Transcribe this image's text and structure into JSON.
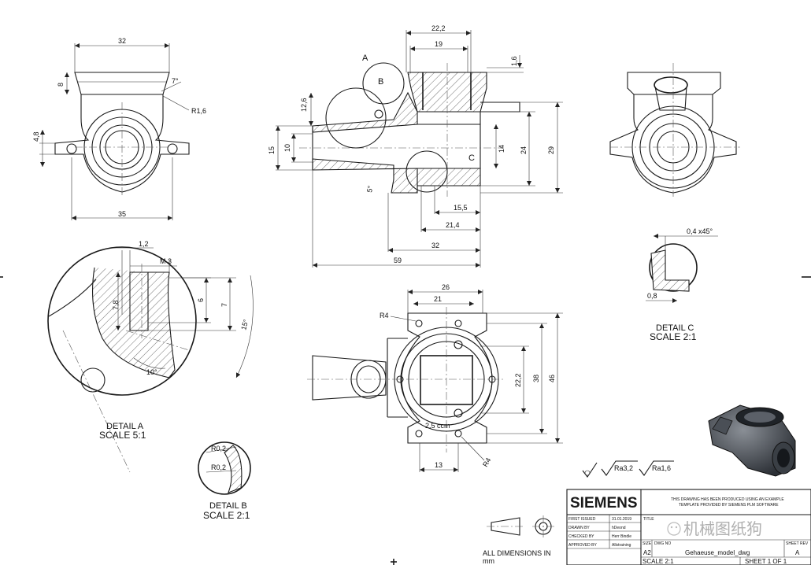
{
  "dimensions": {
    "left_top_width": "32",
    "left_height": "8",
    "left_angle": "7°",
    "left_radius": "R1,6",
    "left_lug": "4,8",
    "left_bottom_width": "35",
    "top_22_2": "22,2",
    "top_19": "19",
    "top_1_6": "1,6",
    "side_12_6": "12,6",
    "side_15": "15",
    "side_10": "10",
    "side_14": "14",
    "side_24": "24",
    "side_29": "29",
    "side_5deg": "5°",
    "bot_15_5": "15,5",
    "bot_21_4": "21,4",
    "bot_32": "32",
    "bot_59": "59",
    "da_1_2": "1,2",
    "da_m3": "M 3",
    "da_7_8": "7,8",
    "da_6": "6",
    "da_7": "7",
    "da_15deg": "15°",
    "da_10deg": "10°",
    "plan_26": "26",
    "plan_21": "21",
    "plan_r4_top": "R4",
    "plan_22_2": "22,2",
    "plan_38": "38",
    "plan_46": "46",
    "plan_13": "13",
    "plan_r4_bot": "R4",
    "dc_chamfer": "0,4  x45°",
    "dc_0_8": "0,8",
    "db_r0_2_top": "R0,2",
    "db_r0_2_bot": "R0,2"
  },
  "labels": {
    "a": "A",
    "b": "B",
    "c": "C",
    "engraving": "2.5 ccm"
  },
  "details": {
    "a_title": "DETAIL A",
    "a_scale": "SCALE 5:1",
    "b_title": "DETAIL B",
    "b_scale": "SCALE 2:1",
    "c_title": "DETAIL C",
    "c_scale": "SCALE 2:1"
  },
  "surface": {
    "ra1": "Ra3,2",
    "ra2": "Ra1,6"
  },
  "notes": {
    "all_dims_line1": "ALL DIMENSIONS IN",
    "all_dims_line2": "mm"
  },
  "title_block": {
    "brand": "SIEMENS",
    "template_note1": "THIS DRAWING HAS BEEN PRODUCED USING AN EXAMPLE",
    "template_note2": "TEMPLATE PROVIDED BY SIEMENS PLM SOFTWARE",
    "first_issued_label": "FIRST ISSUED",
    "first_issued_value": "31.01.2019",
    "drawn_by_label": "DRAWN BY",
    "drawn_by_value": "hDeond",
    "checked_by_label": "CHECKED BY",
    "checked_by_value": "Herr Bindle",
    "approved_by_label": "APPROVED BY",
    "approved_by_value": "Allstraining",
    "title_label": "TITLE",
    "size_label": "SIZE",
    "size_value": "A2",
    "dwg_no_label": "DWG NO",
    "dwg_no_value": "Gehaeuse_model_dwg",
    "rev_label": "SHEET REV",
    "rev_value": "A",
    "scale_value": "SCALE 2:1",
    "sheet_value": "SHEET 1 OF 1"
  },
  "watermark": {
    "text": "机械图纸狗"
  }
}
